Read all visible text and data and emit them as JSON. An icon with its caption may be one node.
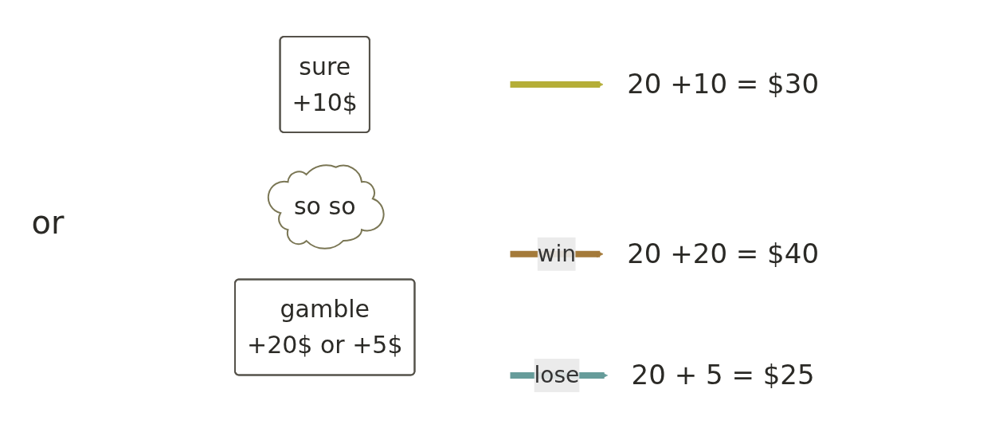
{
  "diagram": {
    "nodes": [
      {
        "text": [
          "sure",
          "+10$"
        ]
      },
      {
        "text": [
          "so so"
        ]
      },
      {
        "text": [
          "gamble",
          "+20$ or +5$"
        ]
      },
      {
        "text": [
          "20 +10 = $30"
        ]
      },
      {
        "text": [
          "20 +20 = $40"
        ]
      },
      {
        "text": [
          "20 + 5 = $25"
        ]
      }
    ],
    "edges": [
      {
        "from": null,
        "to": 3,
        "arrow": "to",
        "color": "#b5ae38"
      },
      {
        "from": null,
        "to": 4,
        "arrow": "to",
        "label": "win",
        "color": "#a47a3a"
      },
      {
        "from": null,
        "to": 5,
        "arrow": "to",
        "label": "lose",
        "color": "#669c9a"
      }
    ],
    "labels": [
      "or"
    ]
  }
}
